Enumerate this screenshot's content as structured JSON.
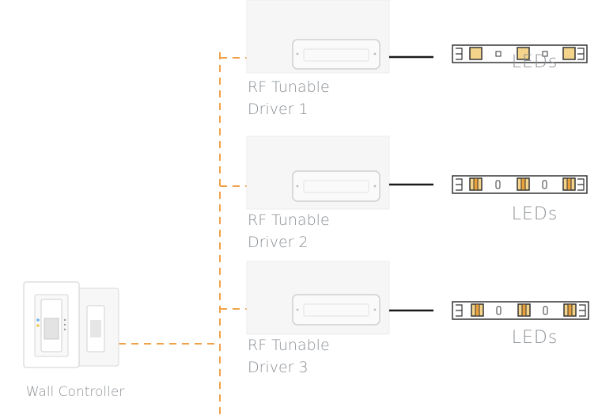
{
  "wall_controller": {
    "label": "Wall Controller"
  },
  "drivers": [
    {
      "line1": "RF Tunable",
      "line2": "Driver 1"
    },
    {
      "line1": "RF Tunable",
      "line2": "Driver 2"
    },
    {
      "line1": "RF Tunable",
      "line2": "Driver 3"
    }
  ],
  "leds": [
    {
      "label": "LEDs",
      "style": "single-color"
    },
    {
      "label": "LEDs",
      "style": "tunable-white"
    },
    {
      "label": "LEDs",
      "style": "tunable-white"
    }
  ],
  "colors": {
    "rf_link": "#f0a24a",
    "wire": "#1a1a1a",
    "label_text": "#8a8f94",
    "led_cool": "#f4d48a",
    "led_warm": "#e8a13c",
    "strip_outline": "#333333"
  }
}
